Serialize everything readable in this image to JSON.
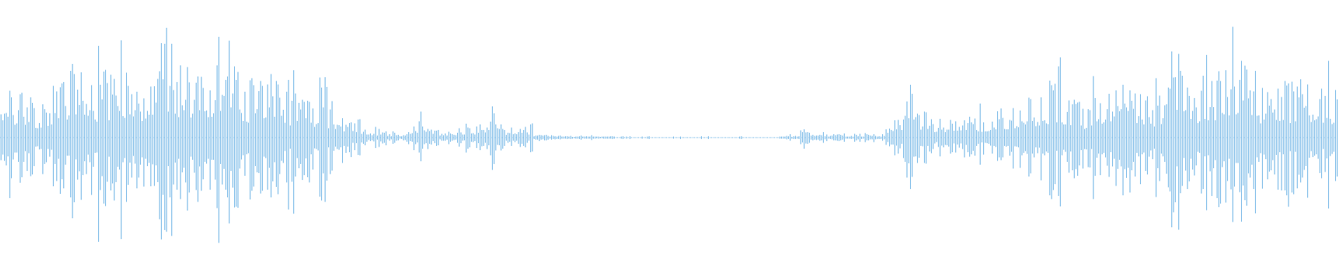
{
  "waveform": {
    "color": "#5aa9e2",
    "background": "#ffffff",
    "style": "mirrored-peaks",
    "bars": 768,
    "seed": 1337,
    "envelope": [
      [
        0.0,
        0.35
      ],
      [
        0.01,
        0.5
      ],
      [
        0.03,
        0.35
      ],
      [
        0.05,
        0.75
      ],
      [
        0.06,
        0.55
      ],
      [
        0.08,
        0.7
      ],
      [
        0.1,
        0.6
      ],
      [
        0.12,
        0.85
      ],
      [
        0.15,
        0.7
      ],
      [
        0.165,
        1.0
      ],
      [
        0.185,
        0.55
      ],
      [
        0.2,
        0.6
      ],
      [
        0.22,
        0.4
      ],
      [
        0.24,
        0.45
      ],
      [
        0.27,
        0.1
      ],
      [
        0.3,
        0.05
      ],
      [
        0.31,
        0.2
      ],
      [
        0.33,
        0.06
      ],
      [
        0.36,
        0.15
      ],
      [
        0.39,
        0.12
      ],
      [
        0.4,
        0.04
      ],
      [
        0.42,
        0.02
      ],
      [
        0.5,
        0.01
      ],
      [
        0.58,
        0.01
      ],
      [
        0.6,
        0.05
      ],
      [
        0.63,
        0.04
      ],
      [
        0.66,
        0.05
      ],
      [
        0.68,
        0.35
      ],
      [
        0.7,
        0.2
      ],
      [
        0.72,
        0.25
      ],
      [
        0.74,
        0.2
      ],
      [
        0.76,
        0.35
      ],
      [
        0.79,
        0.55
      ],
      [
        0.81,
        0.3
      ],
      [
        0.84,
        0.7
      ],
      [
        0.86,
        0.35
      ],
      [
        0.88,
        0.75
      ],
      [
        0.9,
        0.6
      ],
      [
        0.925,
        0.8
      ],
      [
        0.945,
        0.65
      ],
      [
        0.97,
        0.55
      ],
      [
        1.0,
        0.5
      ]
    ],
    "spikes": [
      [
        0.053,
        0.88
      ],
      [
        0.06,
        0.7
      ],
      [
        0.12,
        0.95
      ],
      [
        0.14,
        0.75
      ],
      [
        0.162,
        0.85
      ],
      [
        0.187,
        0.7
      ],
      [
        0.203,
        0.55
      ],
      [
        0.219,
        0.75
      ],
      [
        0.243,
        0.7
      ],
      [
        0.314,
        0.25
      ],
      [
        0.368,
        0.35
      ],
      [
        0.397,
        0.2
      ],
      [
        0.601,
        0.1
      ],
      [
        0.678,
        0.4
      ],
      [
        0.748,
        0.3
      ],
      [
        0.786,
        0.6
      ],
      [
        0.805,
        0.45
      ],
      [
        0.845,
        0.55
      ],
      [
        0.876,
        0.95
      ],
      [
        0.912,
        0.8
      ],
      [
        0.931,
        0.75
      ],
      [
        0.973,
        0.6
      ]
    ]
  }
}
